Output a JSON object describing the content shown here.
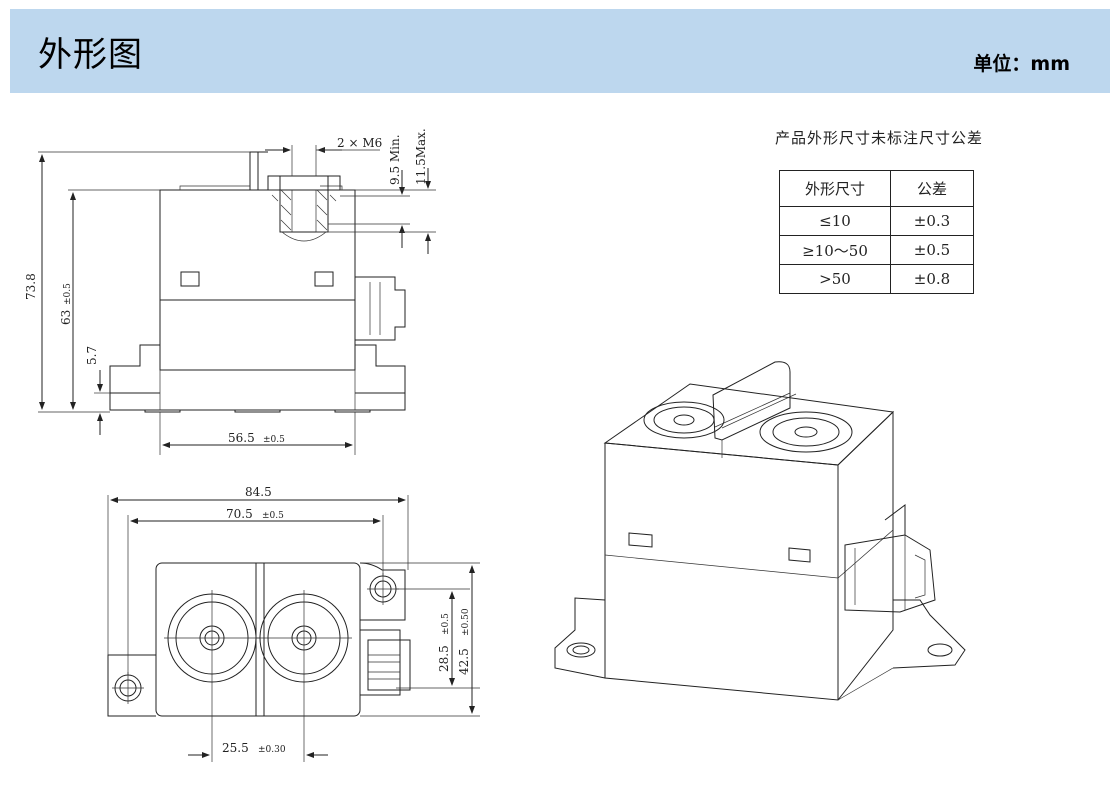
{
  "header": {
    "title": "外形图",
    "unit": "单位：mm"
  },
  "tolerance": {
    "caption": "产品外形尺寸未标注尺寸公差",
    "columns": [
      "外形尺寸",
      "公差"
    ],
    "rows": [
      [
        "≤10",
        "±0.3"
      ],
      [
        "≥10～50",
        "±0.5"
      ],
      [
        ">50",
        "±0.8"
      ]
    ]
  },
  "dimensions": {
    "thread": "2 × M6",
    "d9_5": "9.5 Min.",
    "d11_5": "11.5Max.",
    "d73_8": "73.8",
    "d63": "63",
    "d63_tol": "±0.5",
    "d5_7": "5.7",
    "d56_5": "56.5",
    "d56_5_tol": "±0.5",
    "d84_5": "84.5",
    "d70_5": "70.5",
    "d70_5_tol": "±0.5",
    "d28_5": "28.5",
    "d28_5_tol": "±0.5",
    "d42_5": "42.5",
    "d42_5_tol": "±0.50",
    "d25_5": "25.5",
    "d25_5_tol": "±0.30"
  }
}
